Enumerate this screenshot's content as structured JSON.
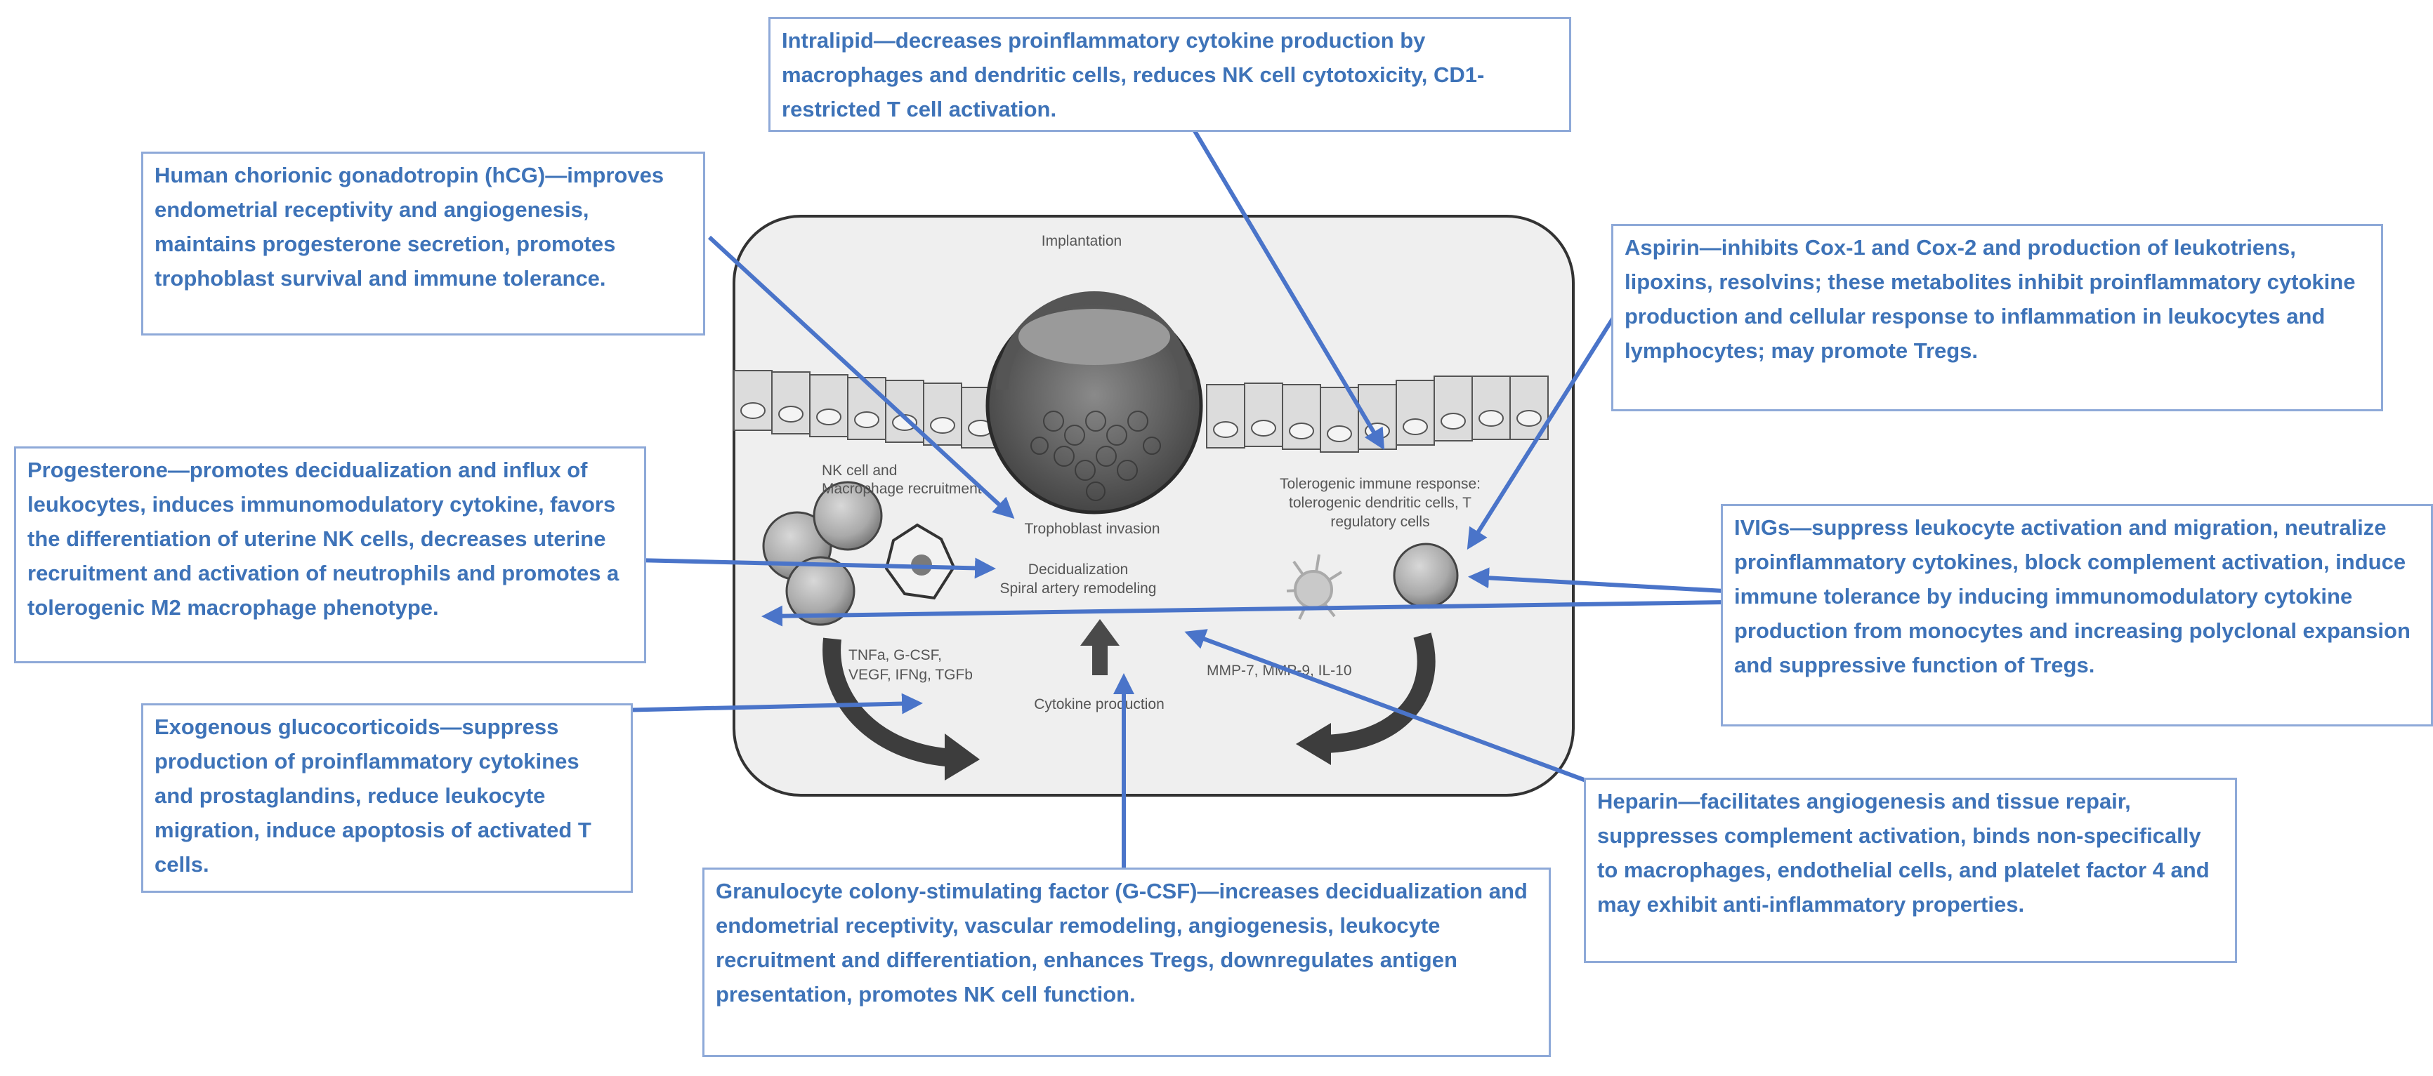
{
  "diagram": {
    "center_labels": {
      "implantation": "Implantation",
      "nk_recruitment": "NK cell and\nMacrophage recruitment",
      "trophoblast_invasion": "Trophoblast invasion",
      "tolerogenic": "Tolerogenic immune response:\ntolerogenic dendritic cells, T\nregulatory cells",
      "decidualization": "Decidualization\nSpiral artery remodeling",
      "cytokines_left": "TNFa, G-CSF,\nVEGF, IFNg, TGFb",
      "mmp": "MMP-7, MMP-9, IL-10",
      "cytokine_production": "Cytokine production"
    },
    "annotations": {
      "intralipid": "Intralipid—decreases proinflammatory cytokine production by macrophages and dendritic cells, reduces NK cell cytotoxicity, CD1-restricted T cell activation.",
      "hcg": "Human chorionic gonadotropin (hCG)—improves endometrial receptivity and angiogenesis, maintains progesterone secretion, promotes trophoblast survival and immune tolerance.",
      "aspirin": "Aspirin—inhibits Cox-1 and Cox-2 and production of leukotriens, lipoxins, resolvins; these metabolites inhibit proinflammatory cytokine production and cellular response to inflammation in leukocytes and lymphocytes; may promote Tregs.",
      "progesterone": "Progesterone—promotes decidualization and influx of leukocytes, induces immunomodulatory cytokine, favors the differentiation of uterine NK cells, decreases uterine recruitment and activation of neutrophils and promotes a tolerogenic M2 macrophage phenotype.",
      "ivig": "IVIGs—suppress leukocyte activation and migration, neutralize proinflammatory cytokines, block complement activation, induce immune tolerance by inducing immunomodulatory cytokine production from monocytes and increasing polyclonal expansion and suppressive function of Tregs.",
      "glucocorticoids": "Exogenous glucocorticoids—suppress production of proinflammatory cytokines and prostaglandins, reduce leukocyte migration, induce apoptosis of activated T cells.",
      "heparin": "Heparin—facilitates angiogenesis and tissue repair, suppresses complement activation, binds non-specifically to macrophages, endothelial cells, and platelet factor 4 and may exhibit anti-inflammatory properties.",
      "gcsf": "Granulocyte colony-stimulating factor (G-CSF)—increases decidualization and endometrial receptivity, vascular remodeling, angiogenesis, leukocyte recruitment and differentiation, enhances Tregs, downregulates antigen presentation, promotes NK cell function."
    },
    "colors": {
      "text": "#3e73b8",
      "arrow": "#4a74c9",
      "box_border": "#8ea9d8",
      "panel": "#efefef"
    }
  }
}
